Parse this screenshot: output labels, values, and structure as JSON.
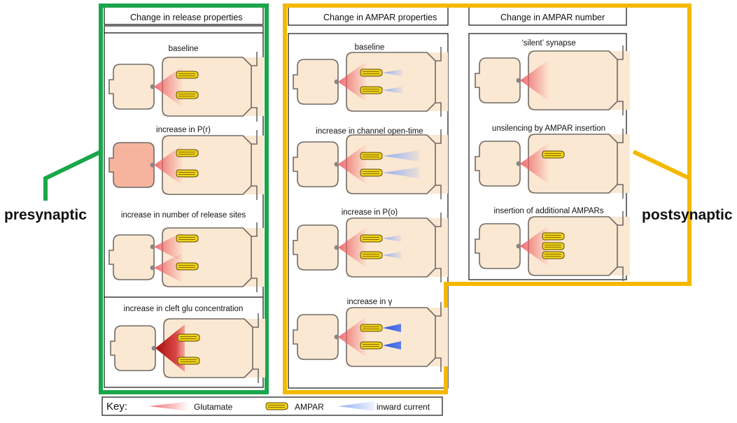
{
  "side_labels": {
    "presynaptic": "presynaptic",
    "postsynaptic": "postsynaptic"
  },
  "columns": {
    "release": {
      "header": "Change in release  properties",
      "panels": [
        "baseline",
        "increase in P(r)",
        "increase in number of release sites",
        "increase in cleft glu concentration"
      ]
    },
    "ampar_props": {
      "header": "Change in AMPAR properties",
      "panels": [
        "baseline",
        "increase in channel open-time",
        "increase in P(o)",
        "increase in γ"
      ]
    },
    "ampar_number": {
      "header": "Change in AMPAR number",
      "panels": [
        "‘silent’ synapse",
        "unsilencing by AMPAR insertion",
        "insertion of additional AMPARs"
      ]
    }
  },
  "key": {
    "title": "Key:",
    "glutamate": "Glutamate",
    "ampar": "AMPAR",
    "current": "inward current"
  },
  "colors": {
    "presynaptic_frame": "#1aa64a",
    "postsynaptic_frame": "#f5b800",
    "cell_fill": "#fbe8d2",
    "cell_stroke": "#6f6a66",
    "presyn_highlight": "#f6b49e",
    "glutamate": "#ee5f63",
    "glutamate_dark": "#b31212",
    "ampar_fill": "#f1d21a",
    "current": "#93aef5",
    "current_strong": "#2d57dd"
  }
}
